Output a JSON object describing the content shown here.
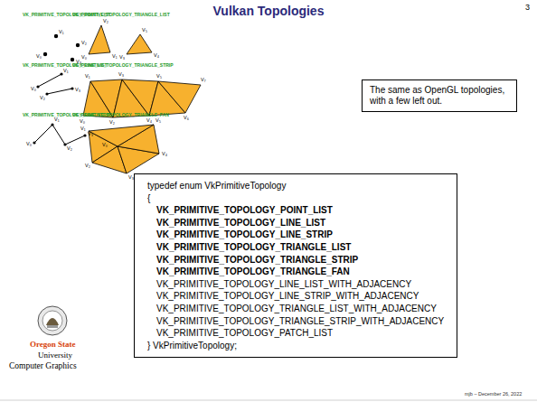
{
  "diagram": {
    "title": "Vulkan Topologies",
    "nodes": [
      {
        "text": [
          "The same as OpenGL topologies, with a few left out."
        ]
      },
      {
        "text": [
          "typedef enum VkPrimitiveTopology",
          "{",
          "VK_PRIMITIVE_TOPOLOGY_POINT_LIST",
          "VK_PRIMITIVE_TOPOLOGY_LINE_LIST",
          "VK_PRIMITIVE_TOPOLOGY_LINE_STRIP",
          "VK_PRIMITIVE_TOPOLOGY_TRIANGLE_LIST",
          "VK_PRIMITIVE_TOPOLOGY_TRIANGLE_STRIP",
          "VK_PRIMITIVE_TOPOLOGY_TRIANGLE_FAN",
          "VK_PRIMITIVE_TOPOLOGY_LINE_LIST_WITH_ADJACENCY",
          "VK_PRIMITIVE_TOPOLOGY_LINE_STRIP_WITH_ADJACENCY",
          "VK_PRIMITIVE_TOPOLOGY_TRIANGLE_LIST_WITH_ADJACENCY",
          "VK_PRIMITIVE_TOPOLOGY_TRIANGLE_STRIP_WITH_ADJACENCY",
          "VK_PRIMITIVE_TOPOLOGY_PATCH_LIST",
          "} VkPrimitiveTopology;"
        ]
      }
    ],
    "labels": [
      "3",
      "VK_PRIMITIVE_TOPOLOGY_POINT_LIST",
      "V₀",
      "V₁",
      "V₂",
      "V₃",
      "VK_PRIMITIVE_TOPOLOGY_TRIANGLE_LIST",
      "V₀",
      "V₁",
      "V₂",
      "V₃",
      "V₄",
      "V₅",
      "VK_PRIMITIVE_TOPOLOGY_LINE_LIST",
      "V₀",
      "V₁",
      "V₂",
      "V₃",
      "VK_PRIMITIVE_TOPOLOGY_TRIANGLE_STRIP",
      "V₀",
      "V₁",
      "V₂",
      "V₃",
      "V₄",
      "V₅",
      "V₆",
      "V₇",
      "VK_PRIMITIVE_TOPOLOGY_LINE_STRIP",
      "V₀",
      "V₁",
      "V₂",
      "V₃",
      "VK_PRIMITIVE_TOPOLOGY_TRIANGLE_FAN",
      "V₀",
      "V₁",
      "V₂",
      "V₃",
      "V₄",
      "V₅",
      "Oregon State",
      "University",
      "Computer Graphics",
      "mjb – December 26, 2022"
    ]
  }
}
